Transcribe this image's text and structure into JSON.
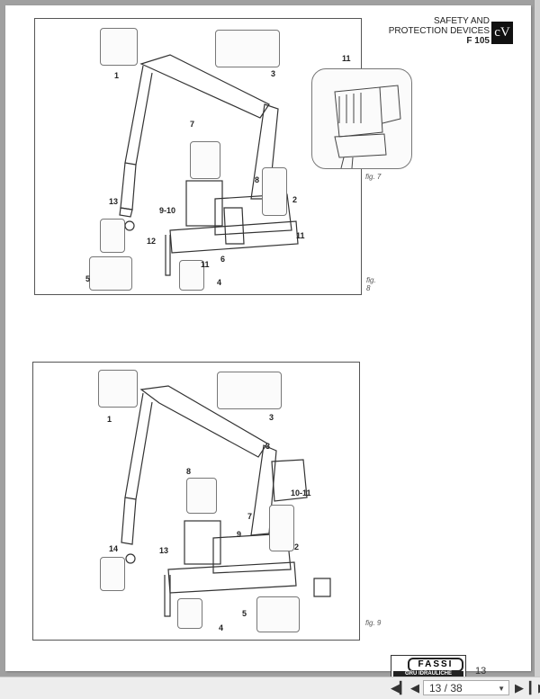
{
  "document": {
    "header": {
      "title_line1": "SAFETY AND",
      "title_line2": "PROTECTION DEVICES",
      "model": "F 105",
      "section_badge": "cV"
    },
    "figure_top": {
      "label": "fig. 8",
      "callout_numbers": [
        "1",
        "3",
        "7",
        "8",
        "2",
        "13",
        "9-10",
        "11",
        "12",
        "6",
        "11",
        "5",
        "4"
      ]
    },
    "figure_inset": {
      "label": "fig. 7",
      "callout_numbers": [
        "11"
      ]
    },
    "figure_bottom": {
      "label": "fig. 9",
      "callout_numbers": [
        "1",
        "3",
        "3",
        "8",
        "10-11",
        "7",
        "9",
        "2",
        "14",
        "13",
        "5",
        "4"
      ]
    },
    "footer": {
      "brand": "FASSI",
      "brand_subtitle": "GRU IDRAULICHE",
      "page_number": "13"
    }
  },
  "toolbar": {
    "first_page_icon": "first-page-icon",
    "prev_page_icon": "prev-page-icon",
    "page_indicator": "13 / 38",
    "next_page_icon": "next-page-icon",
    "last_page_icon": "last-page-icon"
  }
}
